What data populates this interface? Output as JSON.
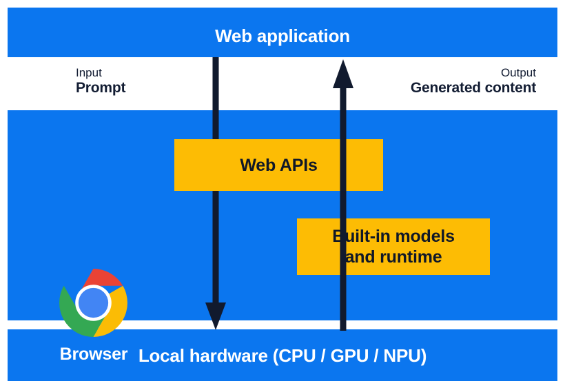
{
  "diagram": {
    "title": "Web application",
    "bands": {
      "web_application": {
        "label": "Web application"
      },
      "browser": {
        "label": "Browser",
        "logo": "chrome-logo"
      },
      "local_hardware": {
        "label": "Local hardware (CPU / GPU / NPU)"
      }
    },
    "flows": [
      {
        "name": "input",
        "kicker": "Input",
        "value": "Prompt",
        "direction": "down",
        "arrow_icon": "arrow-down-icon"
      },
      {
        "name": "output",
        "kicker": "Output",
        "value": "Generated content",
        "direction": "up",
        "arrow_icon": "arrow-up-icon"
      }
    ],
    "boxes": [
      {
        "name": "web-apis",
        "label": "Web APIs"
      },
      {
        "name": "built-in-models",
        "line1": "Built-in models",
        "line2": "and runtime"
      }
    ],
    "colors": {
      "band_blue": "#0b76ef",
      "box_amber": "#fdbc04",
      "arrow_navy": "#111a2e",
      "label_navy": "#131d33",
      "band_text": "#ffffff",
      "box_text": "#101828",
      "page_background": "#ffffff",
      "chrome_red": "#ea4335",
      "chrome_green": "#34a853",
      "chrome_yellow": "#fbbc05",
      "chrome_blue": "#4285f4",
      "chrome_ring": "#ffffff"
    }
  }
}
